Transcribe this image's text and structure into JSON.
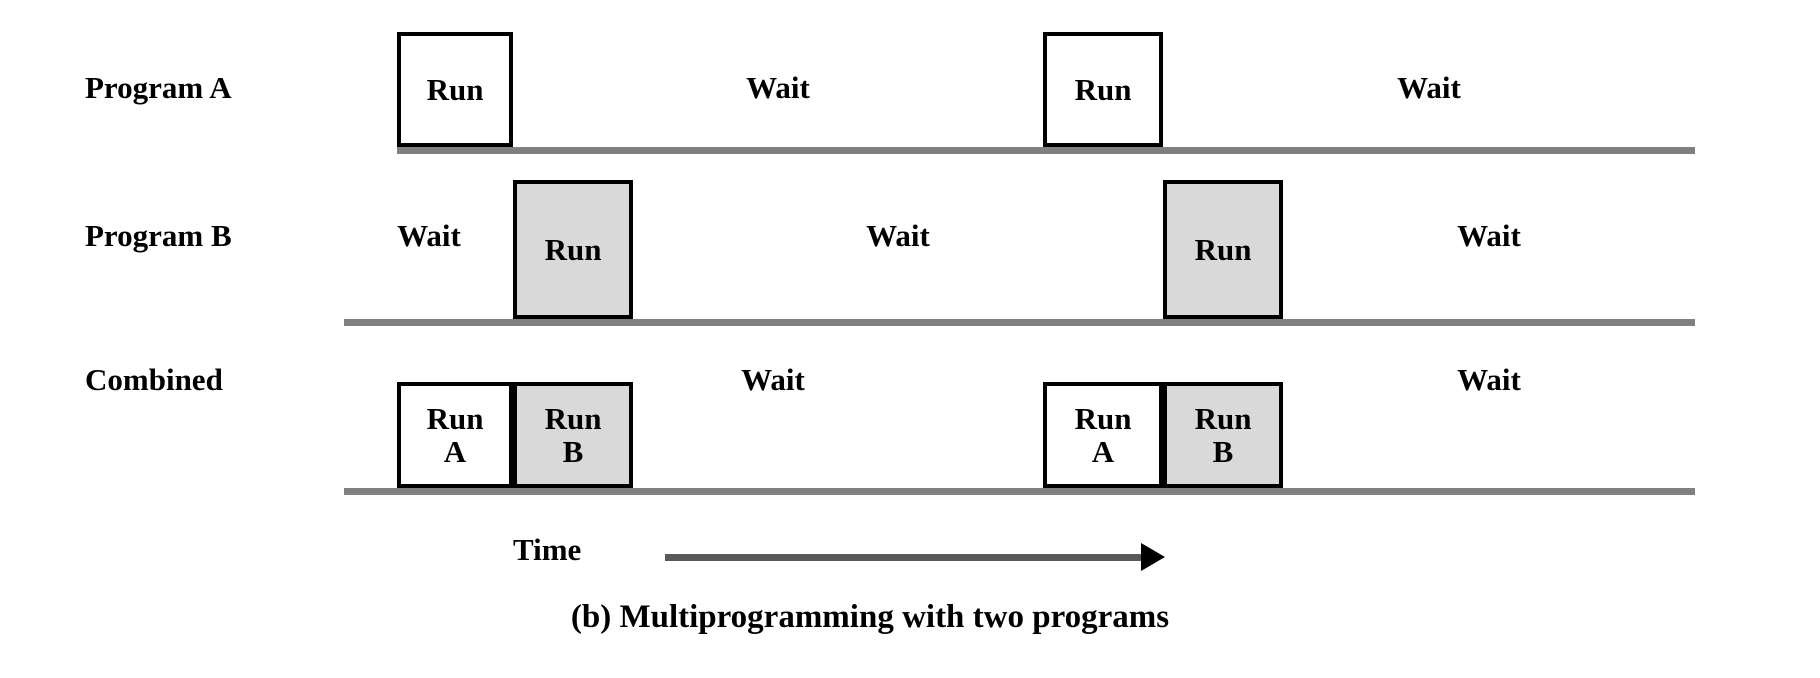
{
  "figure": {
    "caption": "(b) Multiprogramming with two programs",
    "time_axis": {
      "label": "Time",
      "arrow_icon": "right-arrow-icon"
    },
    "colors": {
      "background": "#ffffff",
      "ink": "#000000",
      "timeline_gray": "#808080",
      "shaded_box_fill": "#d9d9d9",
      "arrow_shaft_gray": "#595959"
    }
  },
  "rows": [
    {
      "id": "program-a",
      "label": "Program A",
      "segments": [
        {
          "kind": "run",
          "text": "Run",
          "sub": "",
          "shaded": false
        },
        {
          "kind": "wait",
          "text": "Wait",
          "sub": "",
          "shaded": false
        },
        {
          "kind": "run",
          "text": "Run",
          "sub": "",
          "shaded": false
        },
        {
          "kind": "wait",
          "text": "Wait",
          "sub": "",
          "shaded": false
        }
      ]
    },
    {
      "id": "program-b",
      "label": "Program B",
      "segments": [
        {
          "kind": "wait",
          "text": "Wait",
          "sub": "",
          "shaded": false
        },
        {
          "kind": "run",
          "text": "Run",
          "sub": "",
          "shaded": true
        },
        {
          "kind": "wait",
          "text": "Wait",
          "sub": "",
          "shaded": false
        },
        {
          "kind": "run",
          "text": "Run",
          "sub": "",
          "shaded": true
        },
        {
          "kind": "wait",
          "text": "Wait",
          "sub": "",
          "shaded": false
        }
      ]
    },
    {
      "id": "combined",
      "label": "Combined",
      "segments": [
        {
          "kind": "run",
          "text": "Run",
          "sub": "A",
          "shaded": false
        },
        {
          "kind": "run",
          "text": "Run",
          "sub": "B",
          "shaded": true
        },
        {
          "kind": "wait",
          "text": "Wait",
          "sub": "",
          "shaded": false
        },
        {
          "kind": "run",
          "text": "Run",
          "sub": "A",
          "shaded": false
        },
        {
          "kind": "run",
          "text": "Run",
          "sub": "B",
          "shaded": true
        },
        {
          "kind": "wait",
          "text": "Wait",
          "sub": "",
          "shaded": false
        }
      ]
    }
  ]
}
